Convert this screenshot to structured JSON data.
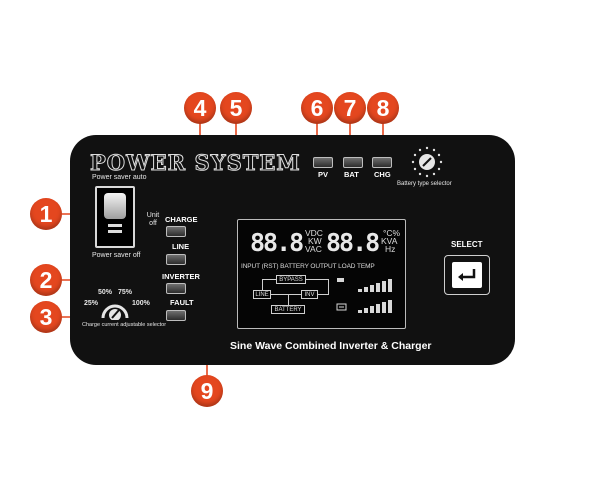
{
  "panel": {
    "brand": "POWER SYSTEM",
    "subtitle": "Sine Wave Combined Inverter & Charger"
  },
  "switch": {
    "top_label": "Power saver auto",
    "bottom_label": "Power saver off",
    "unit_off": "Unit off"
  },
  "leds": {
    "charge": "CHARGE",
    "line": "LINE",
    "inverter": "INVERTER",
    "fault": "FAULT",
    "pv": "PV",
    "bat": "BAT",
    "chg": "CHG"
  },
  "knob": {
    "p50": "50%",
    "p75": "75%",
    "p25": "25%",
    "p100": "100%",
    "caption": "Charge current adjustable selector"
  },
  "battery_selector": {
    "caption": "Battery type selector"
  },
  "lcd": {
    "digits_left": "88.8",
    "digits_right": "88.8",
    "units_left": [
      "VDC",
      "KW",
      "VAC"
    ],
    "units_right": [
      "°C%",
      "KVA",
      "Hz"
    ],
    "status_line": "INPUT (RST) BATTERY OUTPUT LOAD TEMP",
    "bypass": "BYPASS",
    "line_box": "LINE",
    "inv_box": "INV",
    "battery_box": "BATTERY"
  },
  "select": {
    "label": "SELECT",
    "icon": "enter-arrow-icon"
  },
  "callouts": [
    "1",
    "2",
    "3",
    "4",
    "5",
    "6",
    "7",
    "8",
    "9"
  ],
  "colors": {
    "panel": "#111111",
    "callout": "#e4471f",
    "leader": "#e4471f"
  }
}
